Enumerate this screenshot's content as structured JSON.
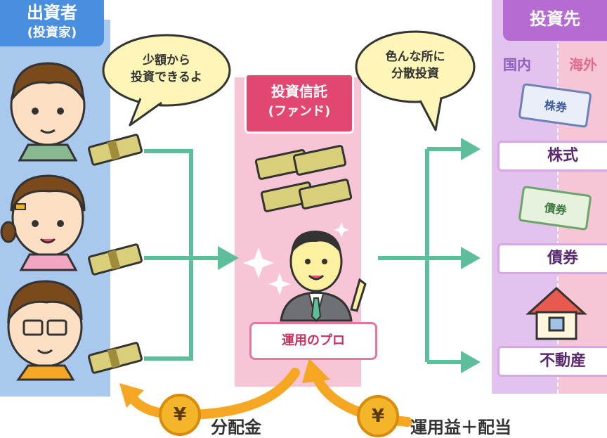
{
  "investor": {
    "title": "出資者",
    "subtitle": "(投資家)"
  },
  "investor_bubble": {
    "line1": "少額から",
    "line2": "投資できるよ"
  },
  "fund": {
    "title": "投資信託",
    "subtitle": "(ファンド)",
    "pro_label": "運用のプロ"
  },
  "dest_bubble": {
    "line1": "色んな所に",
    "line2": "分散投資"
  },
  "destination": {
    "title": "投資先",
    "domestic": "国内",
    "overseas": "海外",
    "items": [
      {
        "label": "株式",
        "ticket": "株券"
      },
      {
        "label": "債券",
        "ticket": "債券"
      },
      {
        "label": "不動産"
      }
    ]
  },
  "returns": {
    "coin_symbol": "¥",
    "distribution": "分配金",
    "gains": "運用益＋配当"
  },
  "colors": {
    "investor_blue": "#4a8ee0",
    "fund_pink": "#e2486f",
    "dest_purple": "#b56bd1",
    "arrow_green": "#5cbf9a",
    "arrow_orange": "#f5a623"
  }
}
